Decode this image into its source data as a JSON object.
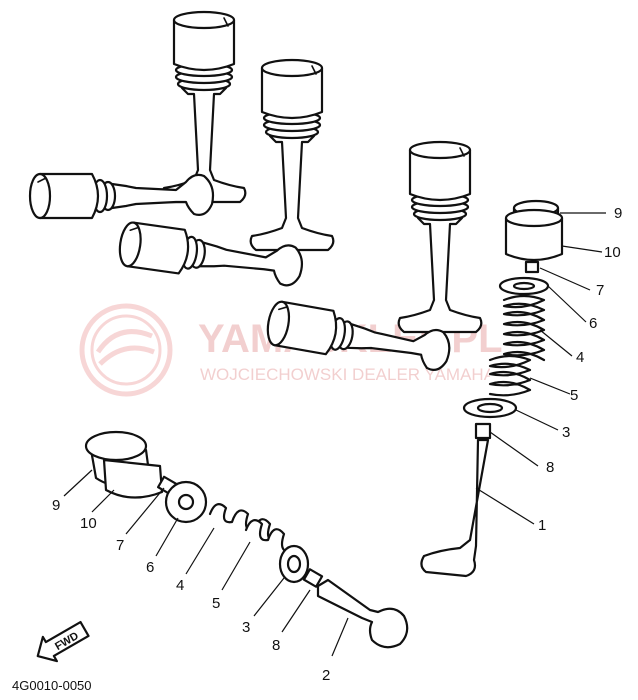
{
  "watermark": {
    "brand": "YAMASKLEP.PL",
    "subtitle": "WOJCIECHOWSKI DEALER YAMAHA"
  },
  "fwd_badge": "FWD",
  "diagram_code": "4G0010-0050",
  "callouts_right": [
    "9",
    "10",
    "7",
    "6",
    "4",
    "5",
    "3",
    "8",
    "1"
  ],
  "callouts_left": [
    "9",
    "10",
    "7",
    "6",
    "4",
    "5",
    "3",
    "8",
    "2"
  ]
}
